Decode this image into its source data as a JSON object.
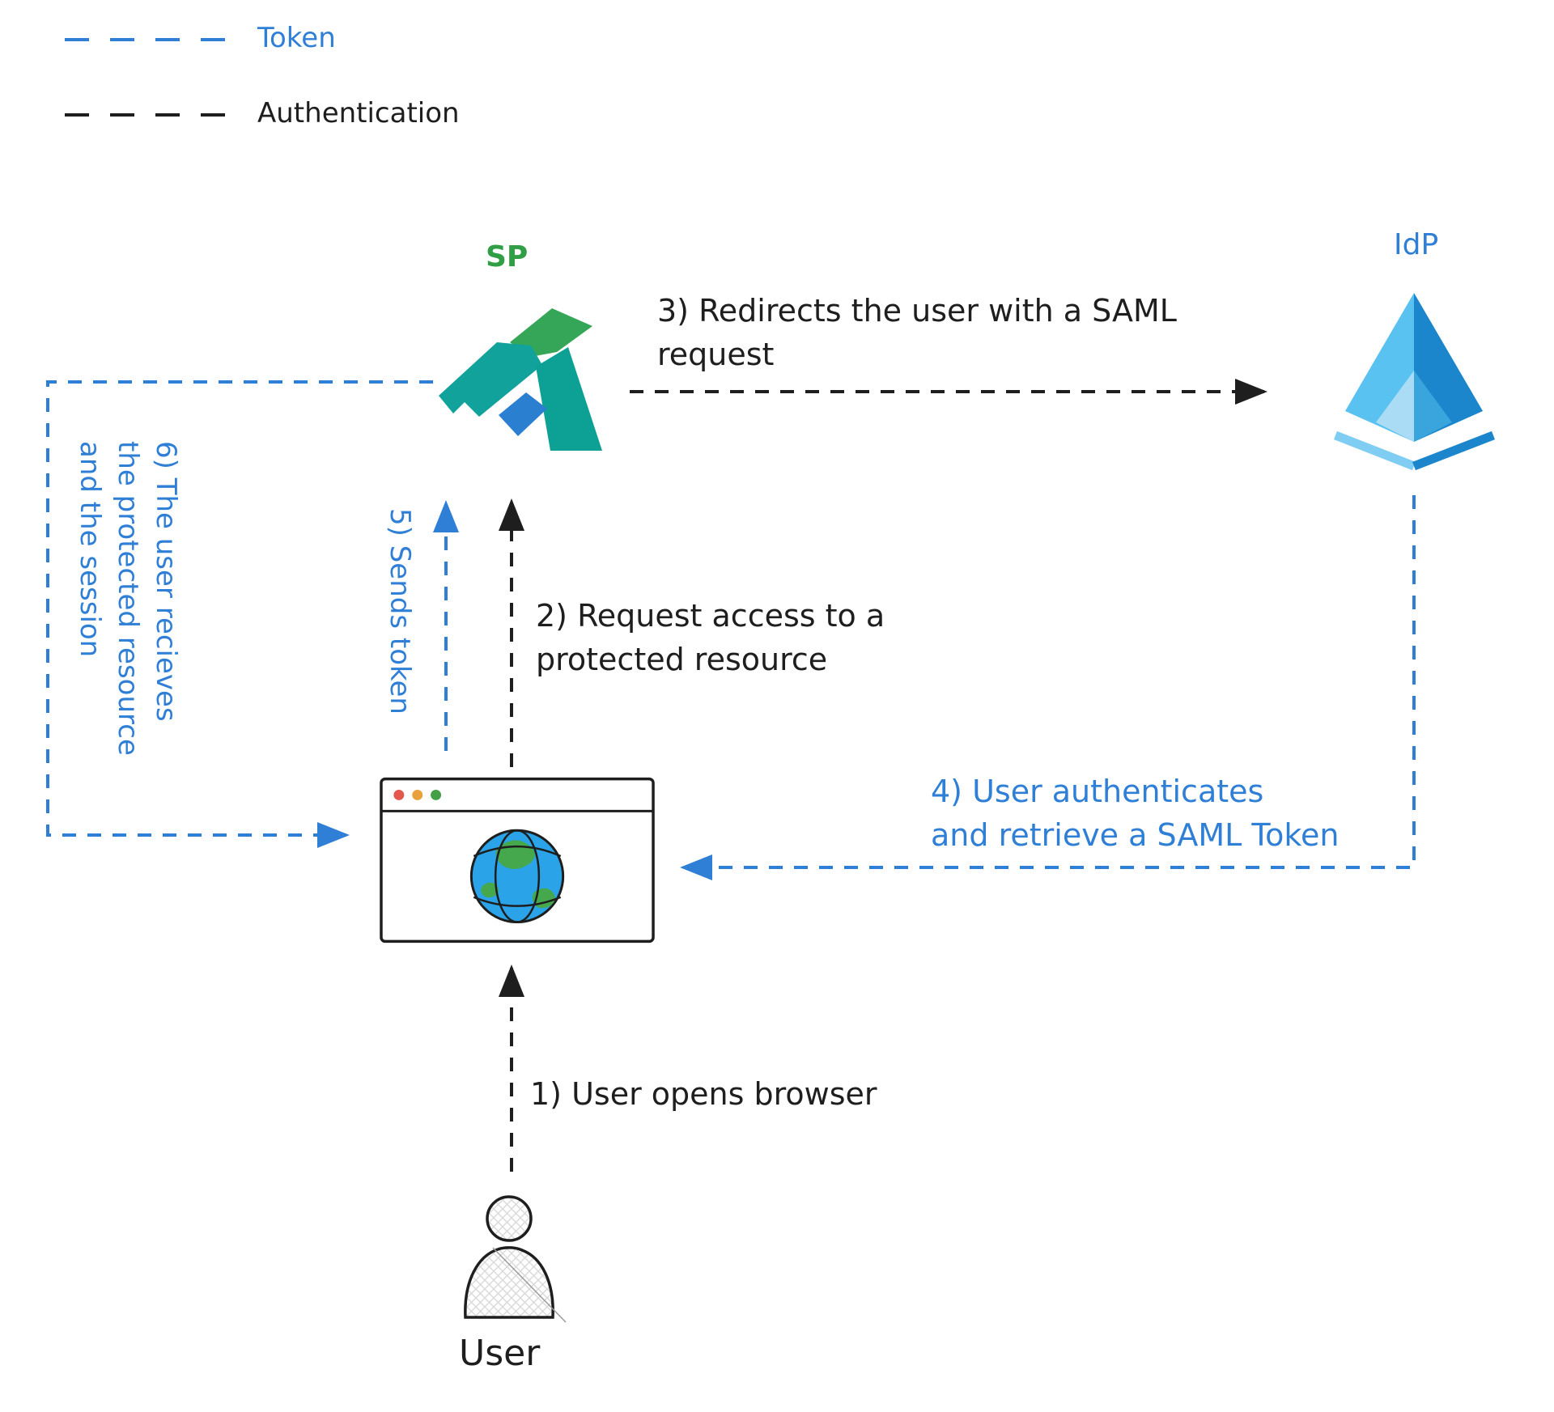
{
  "legend": {
    "items": [
      {
        "label": "Token",
        "color": "#2f7fd6",
        "line_style": "dashed"
      },
      {
        "label": "Authentication",
        "color": "#1e1e1e",
        "line_style": "dashed"
      }
    ]
  },
  "nodes": {
    "sp": {
      "label": "SP",
      "label_color": "#2f9e44",
      "icon": "kong-logo"
    },
    "idp": {
      "label": "IdP",
      "label_color": "#2f7fd6",
      "icon": "azure-ad-pyramid"
    },
    "browser": {
      "icon": "browser-window-with-globe"
    },
    "user": {
      "label": "User",
      "icon": "person-sketch"
    }
  },
  "steps": [
    {
      "n": 1,
      "type": "authentication",
      "from": "user",
      "to": "browser",
      "lines": [
        "1) User opens browser"
      ]
    },
    {
      "n": 2,
      "type": "authentication",
      "from": "browser",
      "to": "sp",
      "lines": [
        "2) Request access to a",
        "protected resource"
      ]
    },
    {
      "n": 3,
      "type": "authentication",
      "from": "sp",
      "to": "idp",
      "lines": [
        "3) Redirects the user with a SAML",
        "request"
      ]
    },
    {
      "n": 4,
      "type": "token",
      "from": "idp",
      "to": "browser",
      "lines": [
        "4) User authenticates",
        "and retrieve a SAML Token"
      ]
    },
    {
      "n": 5,
      "type": "token",
      "from": "browser",
      "to": "sp",
      "lines": [
        "5) Sends token"
      ]
    },
    {
      "n": 6,
      "type": "token",
      "from": "sp",
      "to": "browser",
      "lines": [
        "6) The user recieves",
        "the protected resource",
        "and the session"
      ]
    }
  ],
  "colors": {
    "token": "#2f7fd6",
    "authentication": "#1e1e1e",
    "sp_green": "#2f9e44",
    "idp_blue_light": "#59c2f0",
    "idp_blue_dark": "#1b86cc",
    "kong_teal": "#11a29c",
    "kong_green": "#35a657",
    "kong_blue": "#2b7fd0"
  }
}
